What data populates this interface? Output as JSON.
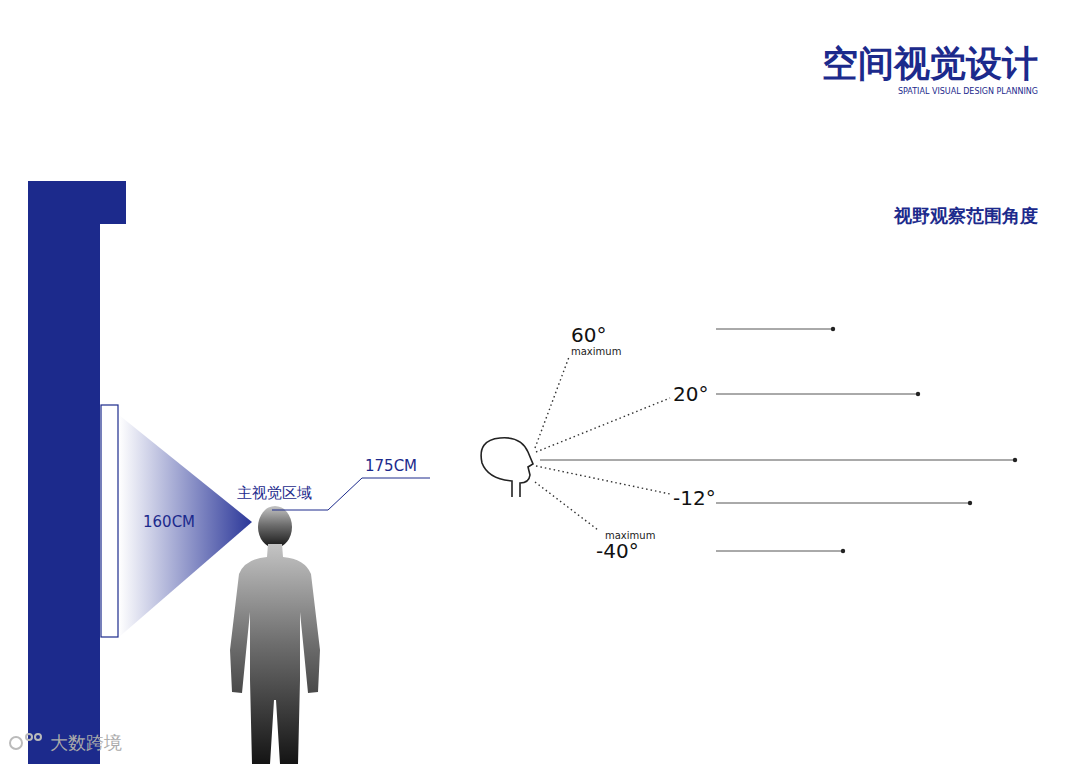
{
  "diagram": {
    "title": "空间视觉设计",
    "labels": [
      "SPATIAL VISUAL DESIGN PLANNING",
      "视野观察范围角度",
      "160CM",
      "主视觉区域",
      "175CM",
      "60°",
      "maximum",
      "20°",
      "-12°",
      "maximum",
      "-40°",
      "大数跨境"
    ]
  }
}
